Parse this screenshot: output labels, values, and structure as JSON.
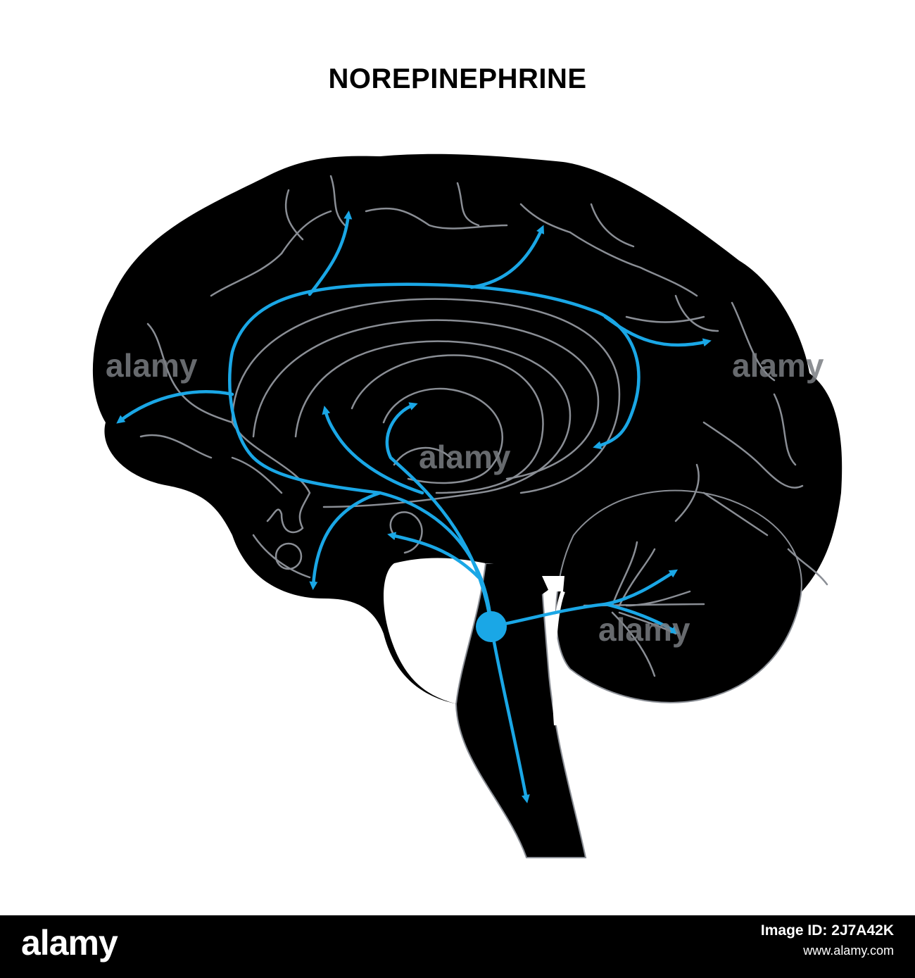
{
  "title": "NOREPINEPHRINE",
  "watermark": "alamy",
  "footer": {
    "logo": "alamy",
    "image_id_label": "Image ID: 2J7A42K",
    "url": "www.alamy.com"
  },
  "colors": {
    "brain": "#000000",
    "sulci": "#8a8e95",
    "pathway": "#1aa7e6",
    "outline": "#8a8e95"
  }
}
